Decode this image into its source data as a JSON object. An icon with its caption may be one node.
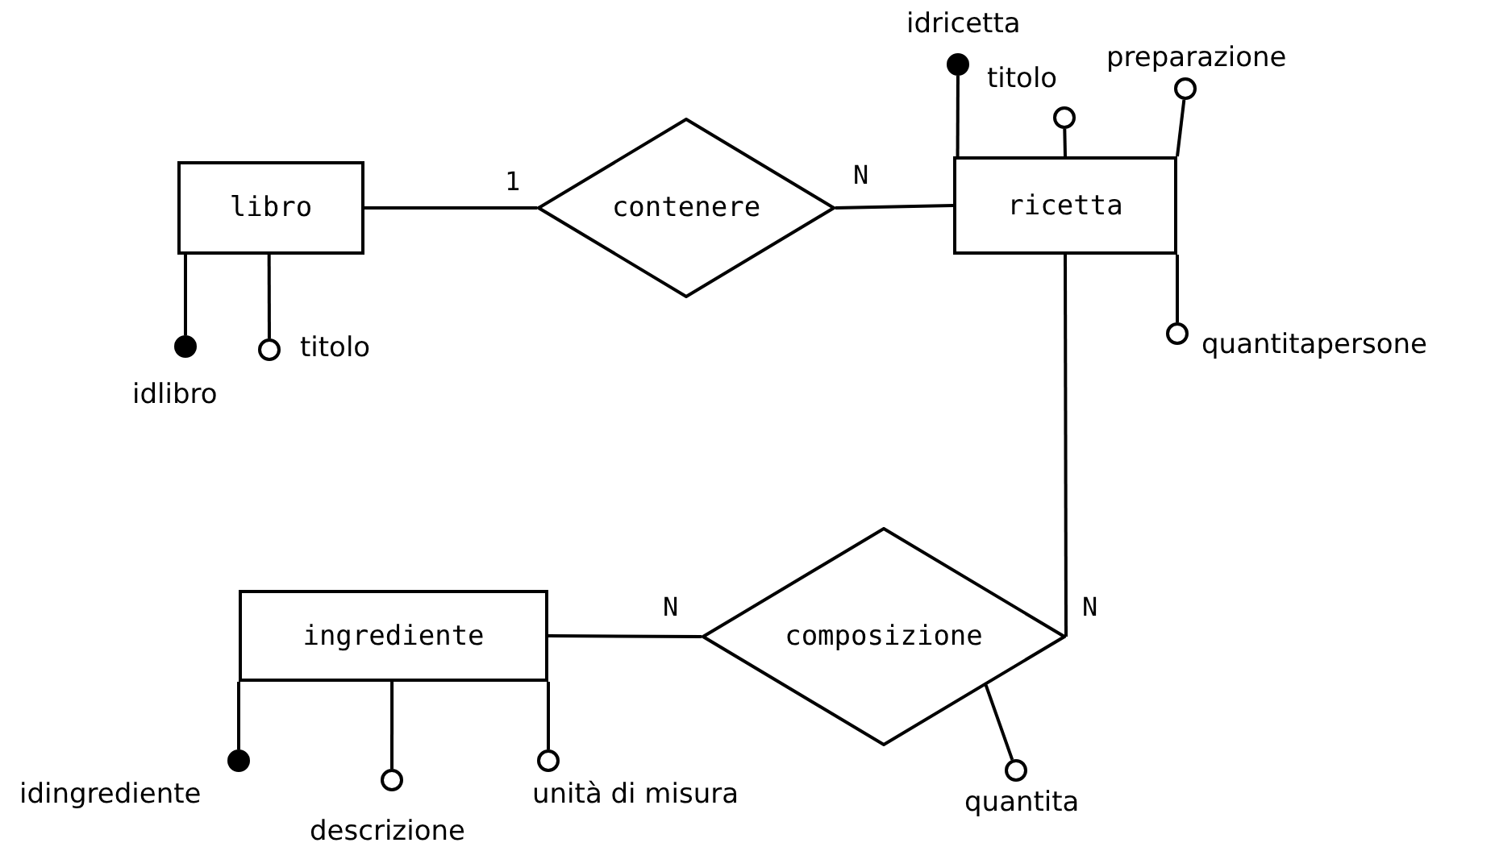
{
  "diagram": {
    "nodes": [
      {
        "text": [
          "libro"
        ]
      },
      {
        "text": [
          "contenere"
        ]
      },
      {
        "text": [
          "ricetta"
        ]
      },
      {
        "text": [
          "ingrediente"
        ]
      },
      {
        "text": [
          "composizione"
        ]
      },
      {
        "text": [],
        "shape": "dot",
        "beside": [
          "idlibro"
        ]
      },
      {
        "text": [],
        "shape": "circle",
        "beside": [
          "titolo"
        ]
      },
      {
        "text": [],
        "shape": "dot",
        "beside": [
          "idricetta"
        ]
      },
      {
        "text": [],
        "shape": "circle",
        "beside": [
          "titolo"
        ]
      },
      {
        "text": [],
        "shape": "circle",
        "beside": [
          "preparazione"
        ]
      },
      {
        "text": [],
        "shape": "circle",
        "beside": [
          "quantitapersone"
        ]
      },
      {
        "text": [],
        "shape": "dot",
        "beside": [
          "idingrediente"
        ]
      },
      {
        "text": [],
        "shape": "circle",
        "beside": [
          "descrizione"
        ]
      },
      {
        "text": [],
        "shape": "circle",
        "beside": [
          "unità di misura"
        ]
      },
      {
        "text": [],
        "shape": "circle",
        "beside": [
          "quantita"
        ]
      }
    ],
    "edges": [
      {
        "from": 0,
        "to": 1,
        "arrow": "none",
        "label": "1"
      },
      {
        "from": 1,
        "to": 2,
        "arrow": "none",
        "label": "N"
      },
      {
        "from": 2,
        "to": 4,
        "arrow": "none",
        "label": "N"
      },
      {
        "from": 3,
        "to": 4,
        "arrow": "none",
        "label": "N"
      },
      {
        "from": 0,
        "to": 5,
        "arrow": "none"
      },
      {
        "from": 0,
        "to": 6,
        "arrow": "none"
      },
      {
        "from": 2,
        "to": 7,
        "arrow": "none"
      },
      {
        "from": 2,
        "to": 8,
        "arrow": "none"
      },
      {
        "from": 2,
        "to": 9,
        "arrow": "none"
      },
      {
        "from": 2,
        "to": 10,
        "arrow": "none"
      },
      {
        "from": 3,
        "to": 11,
        "arrow": "none"
      },
      {
        "from": 3,
        "to": 12,
        "arrow": "none"
      },
      {
        "from": 3,
        "to": 13,
        "arrow": "none"
      },
      {
        "from": 4,
        "to": 14,
        "arrow": "none"
      }
    ]
  }
}
